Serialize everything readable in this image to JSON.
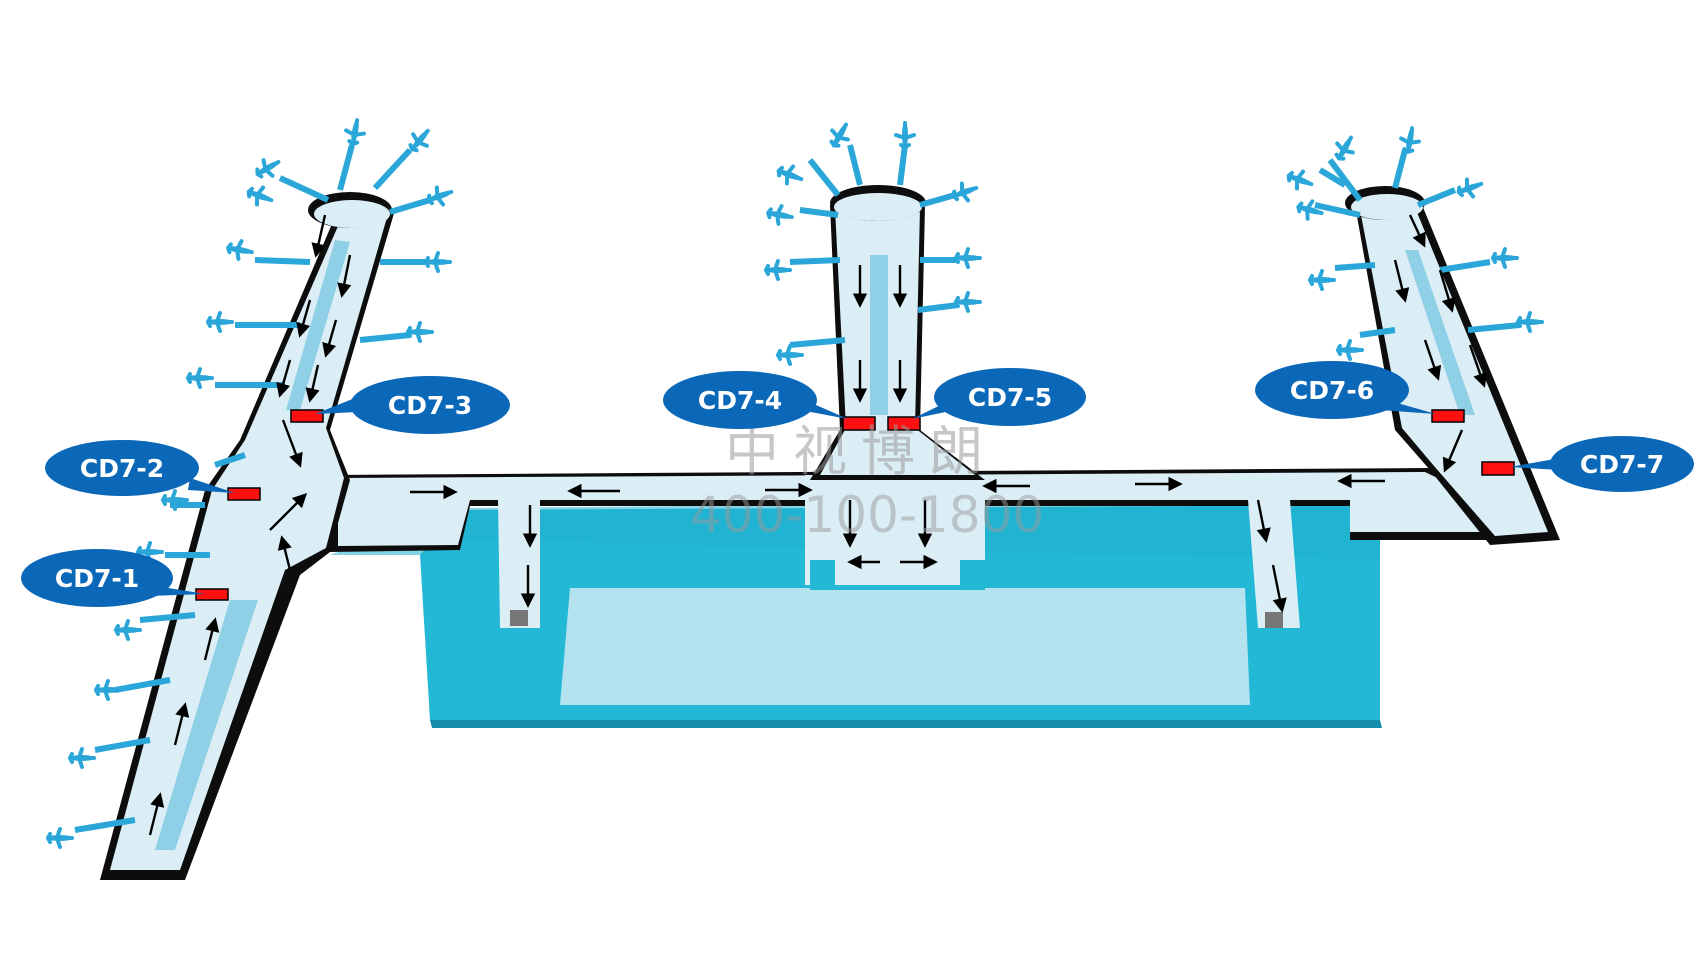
{
  "watermark": {
    "name": "中视博朗",
    "phone": "400-100-1800"
  },
  "counters": [
    {
      "id": "cd7-1",
      "label": "CD7-1"
    },
    {
      "id": "cd7-2",
      "label": "CD7-2"
    },
    {
      "id": "cd7-3",
      "label": "CD7-3"
    },
    {
      "id": "cd7-4",
      "label": "CD7-4"
    },
    {
      "id": "cd7-5",
      "label": "CD7-5"
    },
    {
      "id": "cd7-6",
      "label": "CD7-6"
    },
    {
      "id": "cd7-7",
      "label": "CD7-7"
    }
  ],
  "colors": {
    "label_fill": "#0b67b8",
    "counter_red": "#ff1010",
    "corridor_light": "#dbeef6",
    "corridor_stripe": "#8fd0e6",
    "hall_cyan": "#22bcd8",
    "hall_inner": "#b4e3ef",
    "wall_black": "#0d0d0d",
    "aircraft_blue": "#2aa6d8"
  },
  "icons": [
    "airplane-icon",
    "walking-direction-arrow-icon"
  ]
}
